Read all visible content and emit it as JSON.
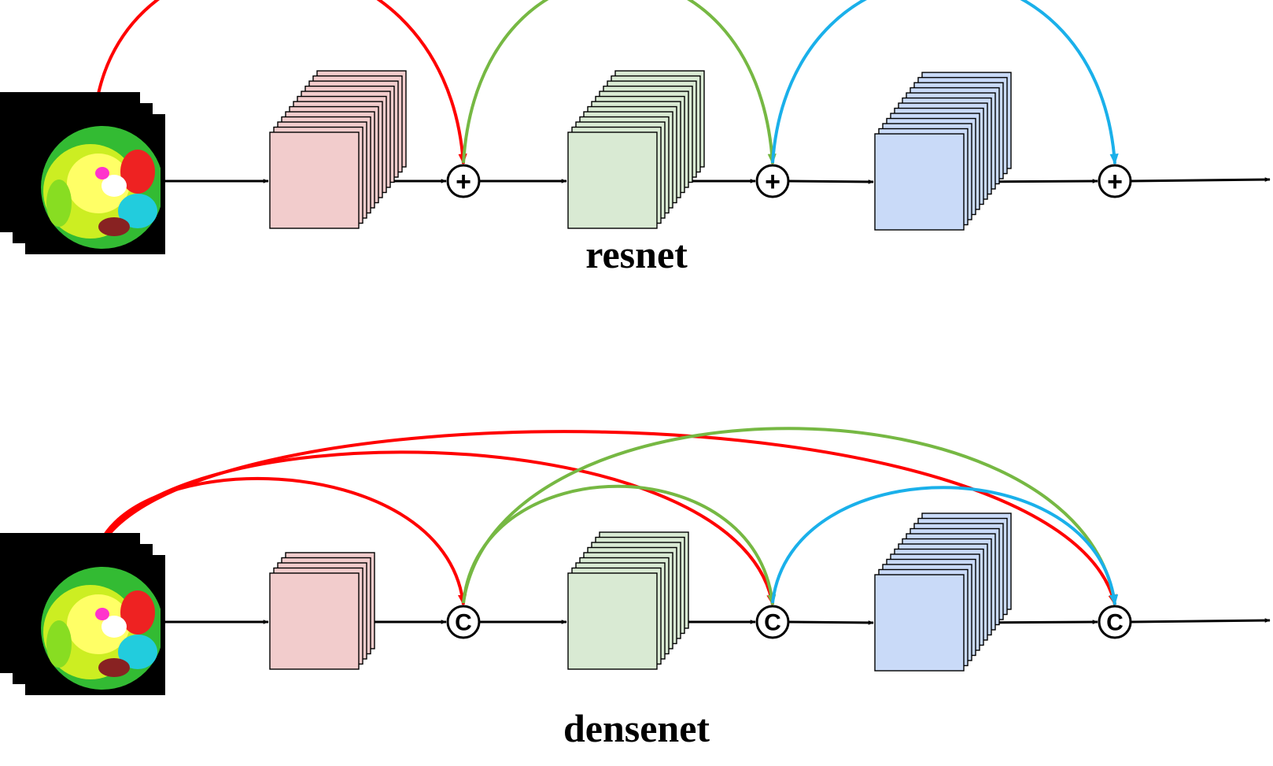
{
  "diagrams": [
    {
      "id": "resnet",
      "caption": "resnet",
      "op_symbol": "+",
      "nodes": [
        "input-image",
        "block-1",
        "op-1",
        "block-2",
        "op-2",
        "block-3",
        "op-3"
      ],
      "skip_connections": [
        {
          "from": "input-image",
          "to": "op-1",
          "color": "red"
        },
        {
          "from": "op-1",
          "to": "op-2",
          "color": "green"
        },
        {
          "from": "op-2",
          "to": "op-3",
          "color": "blue"
        }
      ]
    },
    {
      "id": "densenet",
      "caption": "densenet",
      "op_symbol": "C",
      "nodes": [
        "input-image",
        "block-1",
        "op-1",
        "block-2",
        "op-2",
        "block-3",
        "op-3"
      ],
      "skip_connections": [
        {
          "from": "input-image",
          "to": "op-1",
          "color": "red"
        },
        {
          "from": "input-image",
          "to": "op-2",
          "color": "red"
        },
        {
          "from": "input-image",
          "to": "op-3",
          "color": "red"
        },
        {
          "from": "op-1",
          "to": "op-2",
          "color": "green"
        },
        {
          "from": "op-1",
          "to": "op-3",
          "color": "green"
        },
        {
          "from": "op-2",
          "to": "op-3",
          "color": "blue"
        }
      ]
    }
  ],
  "colors": {
    "red": "#ff0000",
    "green": "#76b843",
    "blue": "#1ab0ea",
    "block_1_fill": "#f2cccc",
    "block_2_fill": "#d9ead3",
    "block_3_fill": "#c9daf8",
    "stroke": "#000000"
  }
}
